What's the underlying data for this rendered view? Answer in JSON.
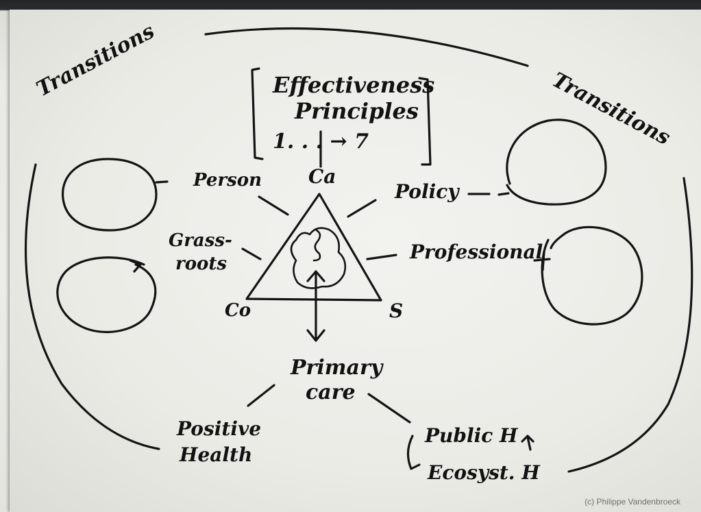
{
  "labels": {
    "transitions_left": "Transitions",
    "transitions_right": "Transitions",
    "effectiveness_line1": "Effectiveness",
    "effectiveness_line2": "Principles",
    "range": "1. . . → 7",
    "ca": "Ca",
    "co": "Co",
    "s": "S",
    "person": "Person",
    "policy": "Policy",
    "grassroots_line1": "Grass-",
    "grassroots_line2": "roots",
    "professional": "Professional",
    "primary_line1": "Primary",
    "primary_line2": "care",
    "positive_line1": "Positive",
    "positive_line2": "Health",
    "public_health": "Public H",
    "ecosyst_health": "Ecosyst. H"
  },
  "credit": "(c) Philippe Vandenbroeck"
}
